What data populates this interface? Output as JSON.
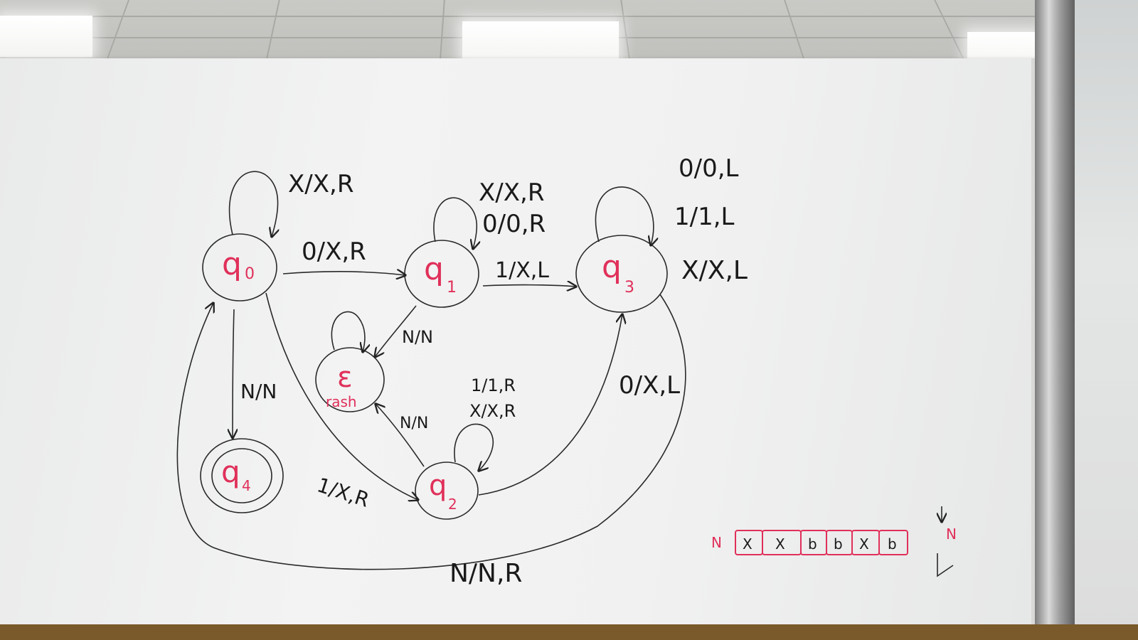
{
  "states": [
    {
      "id": "q0",
      "label": "q",
      "sub": "0"
    },
    {
      "id": "q1",
      "label": "q",
      "sub": "1"
    },
    {
      "id": "q3",
      "label": "q",
      "sub": "3"
    },
    {
      "id": "q2",
      "label": "q",
      "sub": "2"
    },
    {
      "id": "q4",
      "label": "q",
      "sub": "4"
    },
    {
      "id": "crash",
      "label": "ε",
      "sub": "rash"
    }
  ],
  "transitions": {
    "q0_loop": "X/X,R",
    "q0_q1": "0/X,R",
    "q1_loop_a": "X/X,R",
    "q1_loop_b": "0/0,R",
    "q1_q3": "1/X,L",
    "q3_loop_a": "0/0,L",
    "q3_loop_b": "1/1,L",
    "q3_loop_c": "X/X,L",
    "q1_crash": "N/N",
    "q0_q4": "N/N",
    "q2_crash": "N/N",
    "q2_loop_a": "1/1,R",
    "q2_loop_b": "X/X,R",
    "q2_q3": "0/X,L",
    "q0_q2": "1/X,R",
    "q3_q0": "N/N,R"
  },
  "tape": {
    "left_marker": "N",
    "cells": [
      "X",
      "X",
      "b",
      "b",
      "X",
      "b"
    ],
    "right_marker": "N"
  }
}
